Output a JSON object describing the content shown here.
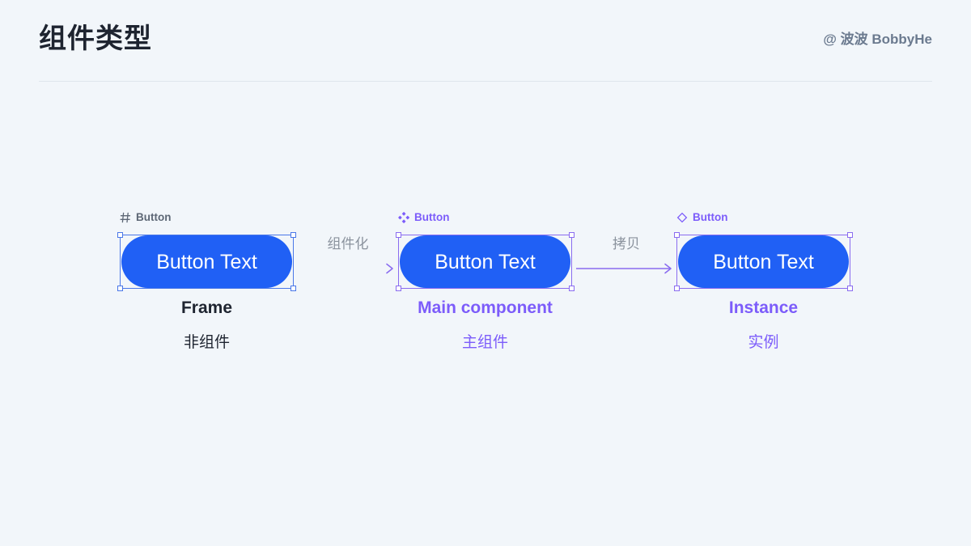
{
  "header": {
    "title": "组件类型",
    "author": "@ 波波 BobbyHe"
  },
  "colors": {
    "background": "#f2f6fa",
    "title_text": "#1e2430",
    "author_text": "#6b7a8f",
    "divider": "#dfe5ec",
    "button_blue": "#2060f5",
    "selection_blue": "#4a77e8",
    "selection_purple": "#8a6cf0",
    "purple_text": "#7c5cfa",
    "gray_text": "#5d6775",
    "connector_gray": "#8a929d"
  },
  "diagram": {
    "nodes": [
      {
        "layer_icon": "frame-hash-icon",
        "layer_name": "Button",
        "button_label": "Button Text",
        "caption_en": "Frame",
        "caption_cn": "非组件",
        "selection_color": "blue",
        "caption_color": "dark"
      },
      {
        "layer_icon": "main-component-diamond-cluster-icon",
        "layer_name": "Button",
        "button_label": "Button Text",
        "caption_en": "Main component",
        "caption_cn": "主组件",
        "selection_color": "purple",
        "caption_color": "purple"
      },
      {
        "layer_icon": "instance-diamond-outline-icon",
        "layer_name": "Button",
        "button_label": "Button Text",
        "caption_en": "Instance",
        "caption_cn": "实例",
        "selection_color": "purple",
        "caption_color": "purple"
      }
    ],
    "connectors": [
      {
        "label": "组件化",
        "icon": "arrow-right-icon"
      },
      {
        "label": "拷贝",
        "icon": "arrow-right-icon"
      }
    ]
  }
}
